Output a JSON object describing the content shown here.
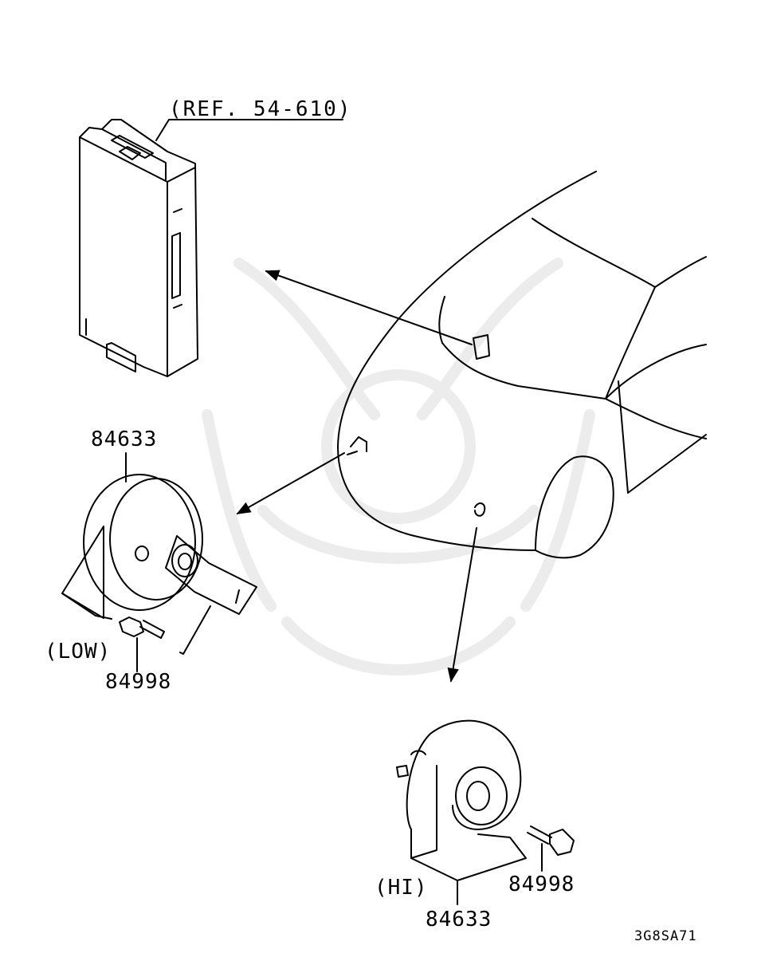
{
  "labels": {
    "ref": "(REF. 54-610)",
    "low_horn_part": "84633",
    "low_tag": "(LOW)",
    "low_bolt_part": "84998",
    "hi_tag": "(HI)",
    "hi_bolt_part": "84998",
    "hi_horn_part": "84633",
    "diagram_code": "3G8SA71"
  },
  "colors": {
    "line": "#000000",
    "watermark": "#ececec",
    "background": "#ffffff"
  }
}
